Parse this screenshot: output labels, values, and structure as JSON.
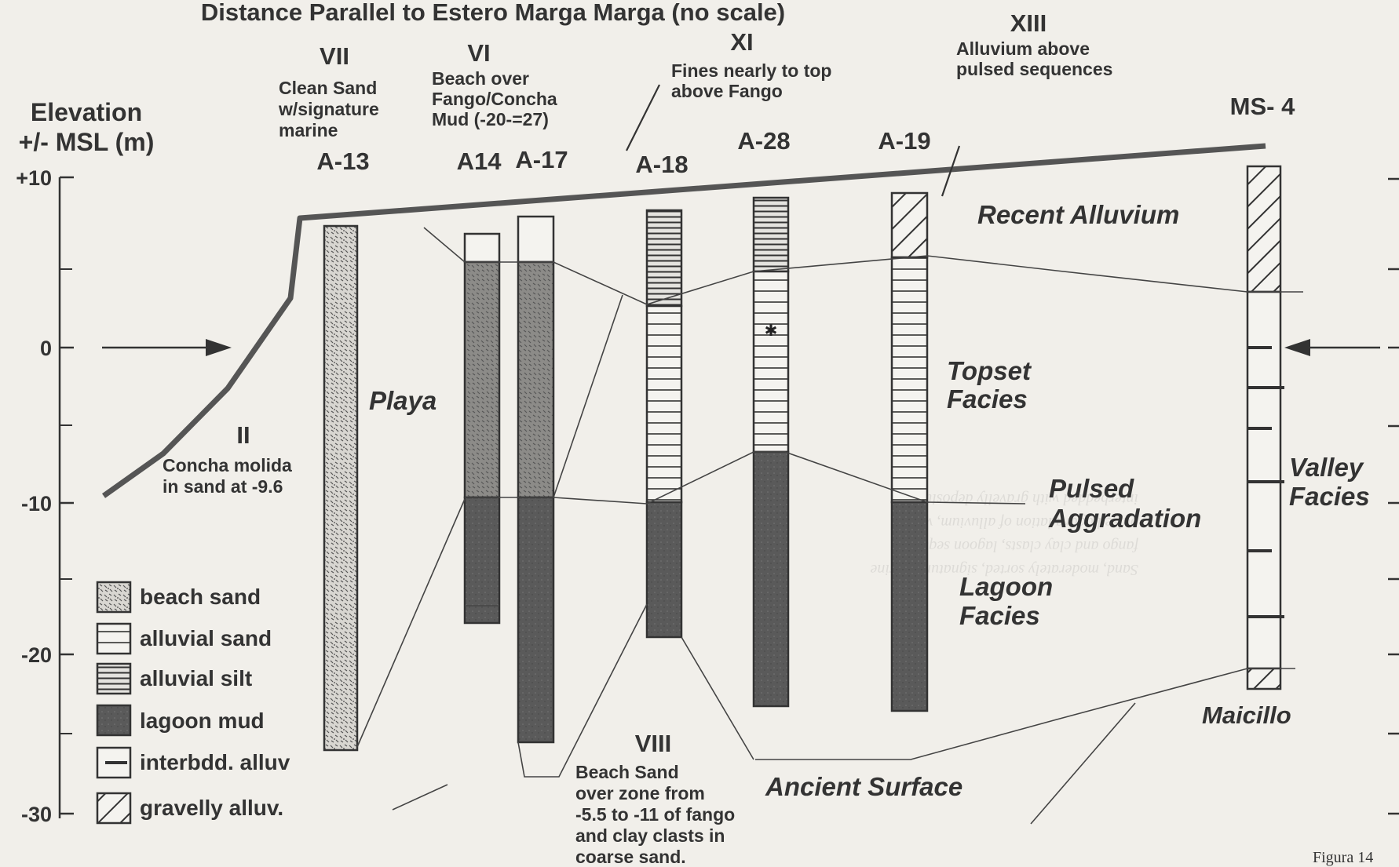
{
  "header": {
    "title": "Distance Parallel to Estero Marga Marga (no scale)"
  },
  "axis": {
    "label_line1": "Elevation",
    "label_line2": "+/- MSL (m)",
    "ticks": [
      {
        "value": 10,
        "label": "+10"
      },
      {
        "value": 0,
        "label": "0"
      },
      {
        "value": -10,
        "label": "-10"
      },
      {
        "value": -20,
        "label": "-20"
      },
      {
        "value": -30,
        "label": "-30"
      }
    ]
  },
  "sites": {
    "vii": {
      "numeral": "VII",
      "desc": [
        "Clean  Sand",
        "w/signature",
        "marine"
      ]
    },
    "vi": {
      "numeral": "VI",
      "desc": [
        "Beach over",
        "Fango/Concha",
        "Mud (-20-=27)"
      ]
    },
    "xi": {
      "numeral": "XI",
      "desc": [
        "Fines nearly to top",
        "above Fango"
      ]
    },
    "xiii": {
      "numeral": "XIII",
      "desc": [
        "Alluvium above",
        "pulsed sequences"
      ]
    },
    "ii": {
      "numeral": "II",
      "desc": [
        "Concha molida",
        "in sand at -9.6"
      ]
    },
    "viii": {
      "numeral": "VIII",
      "desc": [
        "Beach Sand",
        "over zone  from",
        "-5.5 to -11 of  fango",
        "and clay clasts in",
        "coarse sand."
      ]
    }
  },
  "columns": [
    {
      "label": "A-13"
    },
    {
      "label": "A14"
    },
    {
      "label": "A-17"
    },
    {
      "label": "A-18"
    },
    {
      "label": "A-28"
    },
    {
      "label": "A-19"
    },
    {
      "label": "MS- 4"
    }
  ],
  "facies": {
    "recent_alluvium": "Recent Alluvium",
    "playa": "Playa",
    "topset": [
      "Topset",
      "Facies"
    ],
    "pulsed": [
      "Pulsed",
      "Aggradation"
    ],
    "lagoon": [
      "Lagoon",
      "Facies"
    ],
    "valley": [
      "Valley",
      "Facies"
    ],
    "maicillo": "Maicillo",
    "ancient_surface": "Ancient Surface"
  },
  "legend": [
    {
      "key": "beach_sand",
      "label": "beach sand"
    },
    {
      "key": "alluvial_sand",
      "label": "alluvial sand"
    },
    {
      "key": "alluvial_silt",
      "label": "alluvial silt"
    },
    {
      "key": "lagoon_mud",
      "label": "lagoon mud"
    },
    {
      "key": "interbedded",
      "label": "interbdd. alluv"
    },
    {
      "key": "gravelly",
      "label": "gravelly alluv."
    }
  ],
  "figure_label": "Figura 14",
  "colors": {
    "paper": "#f1efea",
    "ink": "#333333",
    "lagoon_mud": "#5a5a5a",
    "beach_sand_fill": "#d8d6d1"
  }
}
